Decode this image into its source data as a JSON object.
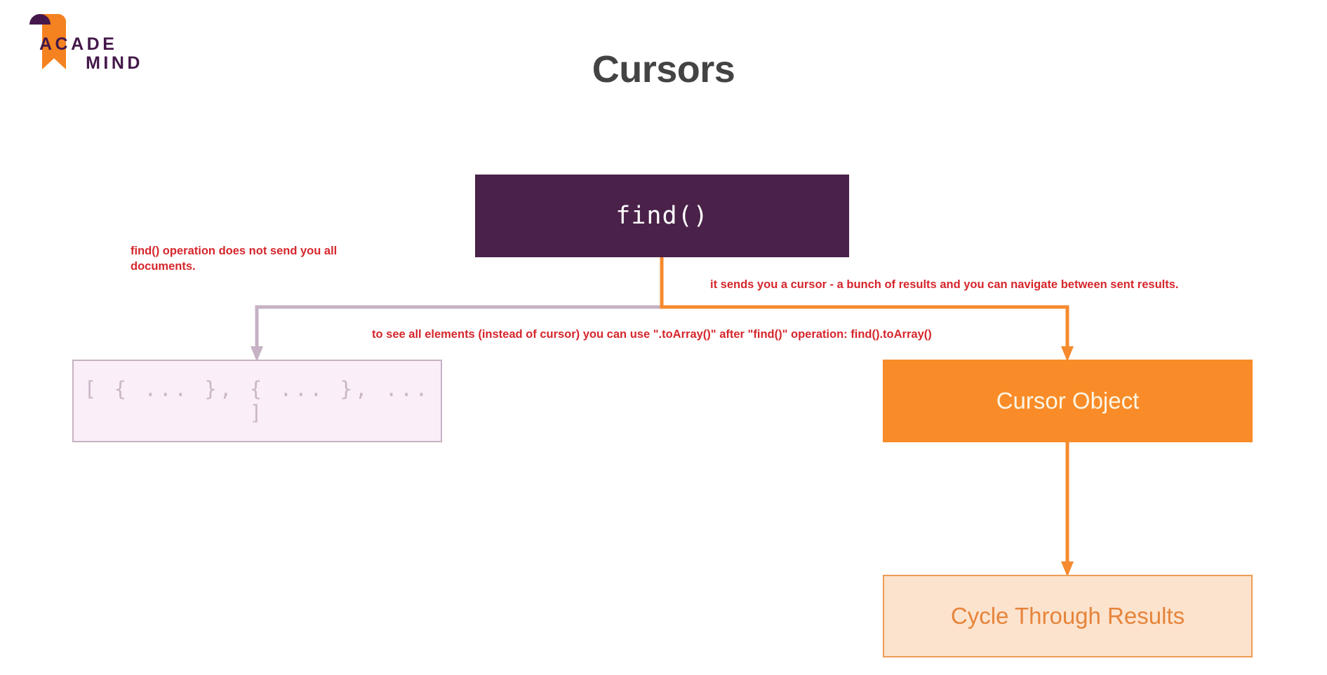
{
  "brand": {
    "name_line1": "ACADE",
    "name_line2": "MIND",
    "mark_icon": "bookmark-flag-icon",
    "purple": "#44184A",
    "orange": "#F58220"
  },
  "slide": {
    "title": "Cursors",
    "background": "#FFFFFF",
    "title_color": "#434343"
  },
  "nodes": {
    "find": {
      "label": "find()",
      "bg": "#4A2149",
      "text_color": "#FFFFFF"
    },
    "array": {
      "label": "[ { ... }, { ... }, ... ]",
      "bg": "#FAEEF8",
      "border": "#C6B2C4",
      "text_color": "#C9B6C6"
    },
    "cursor_object": {
      "label": "Cursor Object",
      "bg": "#F98C28",
      "text_color": "#FDF5E4"
    },
    "cycle": {
      "label": "Cycle Through Results",
      "bg": "#FCE3CE",
      "border": "#EE9D55",
      "text_color": "#E6843A"
    }
  },
  "annotations": [
    {
      "id": "annotation-find-no-documents",
      "text": "find() operation does not send you all documents.",
      "color": "#D5262C"
    },
    {
      "id": "annotation-sends-cursor",
      "text": "it sends you a cursor - a bunch of results and you can navigate between sent results.",
      "color": "#D5262C"
    },
    {
      "id": "annotation-toarray",
      "text": "to see all elements (instead of cursor) you can use \".toArray()\" after \"find()\" operation: find().toArray()",
      "color": "#D5262C"
    }
  ],
  "connectors": {
    "find_to_array": {
      "color": "#C6B2C4",
      "from": "find",
      "to": "array",
      "arrowhead": "down"
    },
    "find_to_cursor": {
      "color": "#F58A2E",
      "from": "find",
      "to": "cursor_object",
      "arrowhead": "down"
    },
    "cursor_to_cycle": {
      "color": "#F58A2E",
      "from": "cursor_object",
      "to": "cycle",
      "arrowhead": "down"
    }
  }
}
